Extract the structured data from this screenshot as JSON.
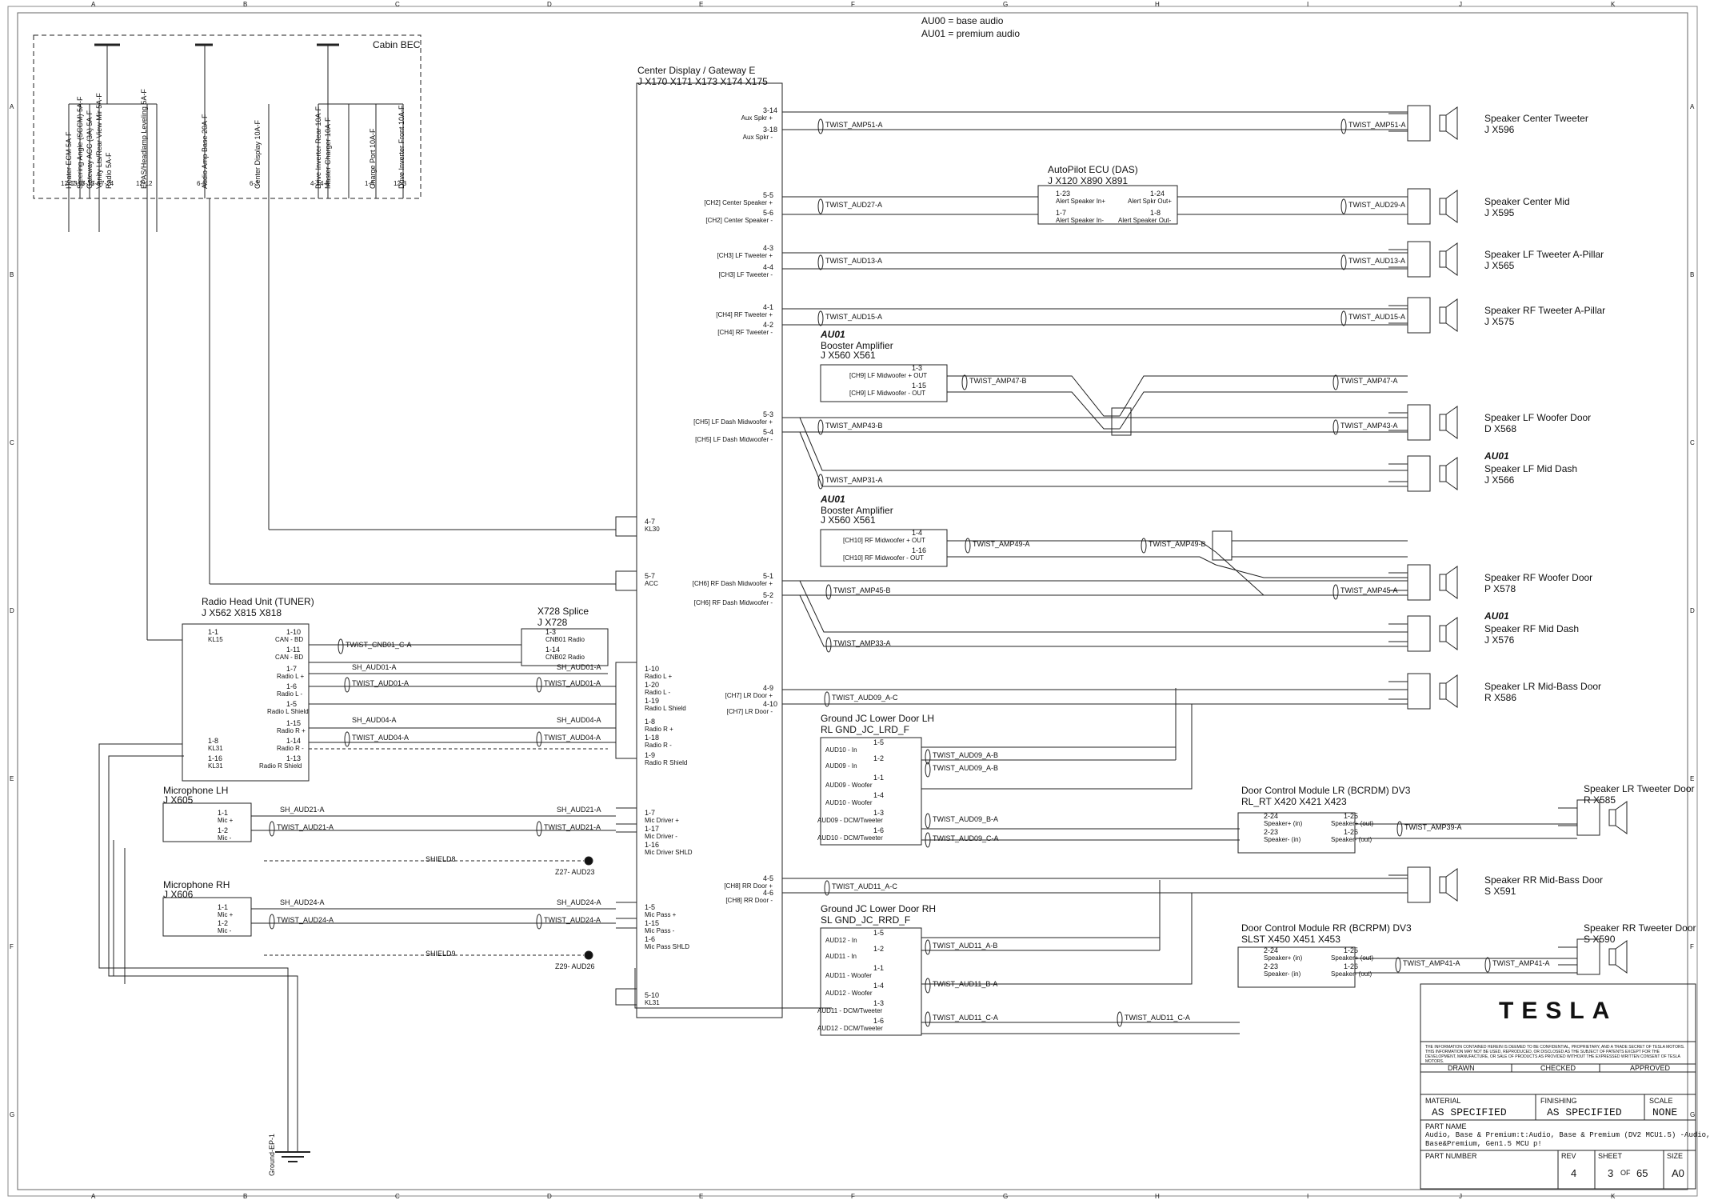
{
  "legend": {
    "au00": "AU00 = base audio",
    "au01": "AU01 = premium audio"
  },
  "cabin_bec": {
    "title": "Cabin BEC",
    "fuse_labels": [
      "Heater ECM 5A-F",
      "Steering Angle (SCCM) 5A-F",
      "Gateway ACC (3A) 5A-F",
      "Vanity Lts/Rear View Mir 5A-F",
      "Radio 5A-F",
      "EPAS/Headlamp Leveling 5A-F",
      "Audio Amp Base 20A-F",
      "Center Display 10A-F",
      "Drive Inverter Rear 10A-F",
      "Master Charger 10A-F",
      "Charge Port 10A-F",
      "Drive Inverter Front 10A-F"
    ],
    "pins": [
      "12-13",
      "7-16",
      "7-15",
      "7-6",
      "7-24",
      "12-12",
      "6-6",
      "6-3",
      "4-2",
      "4-5",
      "1-4",
      "12-3"
    ]
  },
  "center_display": {
    "title": "Center Display / Gateway E",
    "connectors": "J       X170   X171   X173   X174   X175",
    "pins": [
      {
        "pin": "3-14",
        "name": "Aux Spkr +"
      },
      {
        "pin": "3-18",
        "name": "Aux Spkr -"
      },
      {
        "pin": "5-5",
        "name": "[CH2] Center Speaker +"
      },
      {
        "pin": "5-6",
        "name": "[CH2] Center Speaker -"
      },
      {
        "pin": "4-3",
        "name": "[CH3] LF Tweeter +"
      },
      {
        "pin": "4-4",
        "name": "[CH3] LF Tweeter -"
      },
      {
        "pin": "4-1",
        "name": "[CH4] RF Tweeter +"
      },
      {
        "pin": "4-2",
        "name": "[CH4] RF Tweeter -"
      },
      {
        "pin": "5-3",
        "name": "[CH5] LF Dash Midwoofer +"
      },
      {
        "pin": "5-4",
        "name": "[CH5] LF Dash Midwoofer -"
      },
      {
        "pin": "4-7",
        "name": "KL30"
      },
      {
        "pin": "5-7",
        "name": "ACC"
      },
      {
        "pin": "5-1",
        "name": "[CH6] RF Dash Midwoofer +"
      },
      {
        "pin": "5-2",
        "name": "[CH6] RF Dash Midwoofer -"
      },
      {
        "pin": "1-10",
        "name": "Radio L +"
      },
      {
        "pin": "1-20",
        "name": "Radio L -"
      },
      {
        "pin": "1-19",
        "name": "Radio L Shield"
      },
      {
        "pin": "1-8",
        "name": "Radio R +"
      },
      {
        "pin": "1-18",
        "name": "Radio R -"
      },
      {
        "pin": "1-9",
        "name": "Radio R Shield"
      },
      {
        "pin": "4-9",
        "name": "[CH7] LR Door +"
      },
      {
        "pin": "4-10",
        "name": "[CH7] LR Door -"
      },
      {
        "pin": "1-7",
        "name": "Mic Driver +"
      },
      {
        "pin": "1-17",
        "name": "Mic Driver -"
      },
      {
        "pin": "1-16",
        "name": "Mic Driver SHLD"
      },
      {
        "pin": "4-5",
        "name": "[CH8] RR Door +"
      },
      {
        "pin": "4-6",
        "name": "[CH8] RR Door -"
      },
      {
        "pin": "1-5",
        "name": "Mic Pass +"
      },
      {
        "pin": "1-15",
        "name": "Mic Pass -"
      },
      {
        "pin": "1-6",
        "name": "Mic Pass SHLD"
      },
      {
        "pin": "5-10",
        "name": "KL31"
      }
    ]
  },
  "autopilot": {
    "title": "AutoPilot ECU (DAS)",
    "connectors": "J        X120    X890    X891",
    "pins": [
      {
        "pin": "1-23",
        "name": "Alert Speaker In+"
      },
      {
        "pin": "1-24",
        "name": "Alert Spkr Out+"
      },
      {
        "pin": "1-7",
        "name": "Alert Speaker In-"
      },
      {
        "pin": "1-8",
        "name": "Alert Speaker Out-"
      }
    ]
  },
  "booster_1": {
    "tag": "AU01",
    "title": "Booster Amplifier",
    "connectors": "J       X560    X561",
    "pins": [
      {
        "pin": "1-3",
        "name": "[CH9] LF Midwoofer + OUT"
      },
      {
        "pin": "1-15",
        "name": "[CH9] LF Midwoofer - OUT"
      }
    ]
  },
  "booster_2": {
    "tag": "AU01",
    "title": "Booster Amplifier",
    "connectors": "J       X560    X561",
    "pins": [
      {
        "pin": "1-4",
        "name": "[CH10] RF Midwoofer + OUT"
      },
      {
        "pin": "1-16",
        "name": "[CH10] RF Midwoofer - OUT"
      }
    ]
  },
  "radio": {
    "title": "Radio Head Unit (TUNER)",
    "connectors": "J      X562    X815    X818",
    "pins": [
      {
        "pin": "1-1",
        "name": "KL15"
      },
      {
        "pin": "1-10",
        "name": "CAN - BD"
      },
      {
        "pin": "1-11",
        "name": "CAN - BD"
      },
      {
        "pin": "1-7",
        "name": "Radio L +"
      },
      {
        "pin": "1-6",
        "name": "Radio L -"
      },
      {
        "pin": "1-5",
        "name": "Radio L Shield"
      },
      {
        "pin": "1-15",
        "name": "Radio R +"
      },
      {
        "pin": "1-14",
        "name": "Radio R -"
      },
      {
        "pin": "1-13",
        "name": "Radio R Shield"
      },
      {
        "pin": "1-8",
        "name": "KL31"
      },
      {
        "pin": "1-16",
        "name": "KL31"
      }
    ]
  },
  "splice": {
    "title": "X728 Splice",
    "connectors": "J          X728",
    "pins": [
      {
        "pin": "1-3",
        "name": "CNB01 Radio"
      },
      {
        "pin": "1-14",
        "name": "CNB02 Radio"
      }
    ]
  },
  "mic_lh": {
    "title": "Microphone LH",
    "connectors": "J      X605",
    "pins": [
      {
        "pin": "1-1",
        "name": "Mic +"
      },
      {
        "pin": "1-2",
        "name": "Mic -"
      }
    ]
  },
  "mic_rh": {
    "title": "Microphone RH",
    "connectors": "J      X606",
    "pins": [
      {
        "pin": "1-1",
        "name": "Mic +"
      },
      {
        "pin": "1-2",
        "name": "Mic -"
      }
    ]
  },
  "gnd_lh": {
    "title": "Ground JC Lower Door LH",
    "connectors": "RL       GND_JC_LRD_F",
    "pins": [
      {
        "pin": "1-5",
        "name": "AUD10 - In"
      },
      {
        "pin": "1-2",
        "name": "AUD09 - In"
      },
      {
        "pin": "1-1",
        "name": "AUD09 - Woofer"
      },
      {
        "pin": "1-4",
        "name": "AUD10 - Woofer"
      },
      {
        "pin": "1-3",
        "name": "AUD09 - DCM/Tweeter"
      },
      {
        "pin": "1-6",
        "name": "AUD10 - DCM/Tweeter"
      }
    ]
  },
  "gnd_rh": {
    "title": "Ground JC Lower Door RH",
    "connectors": "SL       GND_JC_RRD_F",
    "pins": [
      {
        "pin": "1-5",
        "name": "AUD12 - In"
      },
      {
        "pin": "1-2",
        "name": "AUD11 - In"
      },
      {
        "pin": "1-1",
        "name": "AUD11 - Woofer"
      },
      {
        "pin": "1-4",
        "name": "AUD12 - Woofer"
      },
      {
        "pin": "1-3",
        "name": "AUD11 - DCM/Tweeter"
      },
      {
        "pin": "1-6",
        "name": "AUD12 - DCM/Tweeter"
      }
    ]
  },
  "dcm_lr": {
    "title": "Door Control Module LR (BCRDM) DV3",
    "connectors": "RL_RT    X420   X421  X423",
    "pins": [
      {
        "pin": "2-24",
        "name": "Speaker+ (in)"
      },
      {
        "pin": "1-25",
        "name": "Speaker+ (out)"
      },
      {
        "pin": "2-23",
        "name": "Speaker- (in)"
      },
      {
        "pin": "1-26",
        "name": "Speaker- (out)"
      }
    ]
  },
  "dcm_rr": {
    "title": "Door Control Module RR (BCRPM) DV3",
    "connectors": "SLST     X450   X451  X453",
    "pins": [
      {
        "pin": "2-24",
        "name": "Speaker+ (in)"
      },
      {
        "pin": "1-25",
        "name": "Speaker+ (out)"
      },
      {
        "pin": "2-23",
        "name": "Speaker- (in)"
      },
      {
        "pin": "1-26",
        "name": "Speaker- (out)"
      }
    ]
  },
  "speakers": [
    {
      "tag": "",
      "name": "Speaker Center Tweeter",
      "conn": "J          X596"
    },
    {
      "tag": "",
      "name": "Speaker Center Mid",
      "conn": "J          X595"
    },
    {
      "tag": "",
      "name": "Speaker LF Tweeter A-Pillar",
      "conn": "J          X565"
    },
    {
      "tag": "",
      "name": "Speaker RF Tweeter A-Pillar",
      "conn": "J          X575"
    },
    {
      "tag": "",
      "name": "Speaker LF Woofer Door",
      "conn": "D          X568"
    },
    {
      "tag": "AU01",
      "name": "Speaker LF Mid Dash",
      "conn": "J          X566"
    },
    {
      "tag": "",
      "name": "Speaker RF Woofer Door",
      "conn": "P          X578"
    },
    {
      "tag": "AU01",
      "name": "Speaker RF Mid Dash",
      "conn": "J          X576"
    },
    {
      "tag": "",
      "name": "Speaker LR Mid-Bass Door",
      "conn": "R          X586"
    },
    {
      "tag": "",
      "name": "Speaker LR Tweeter Door",
      "conn": "R          X585"
    },
    {
      "tag": "",
      "name": "Speaker RR Mid-Bass Door",
      "conn": "S          X591"
    },
    {
      "tag": "",
      "name": "Speaker RR Tweeter Door",
      "conn": "S          X590"
    }
  ],
  "twists": [
    "TWIST_AMP51-A",
    "TWIST_AMP51-A",
    "TWIST_AUD27-A",
    "TWIST_AUD29-A",
    "TWIST_AUD13-A",
    "TWIST_AUD13-A",
    "TWIST_AUD15-A",
    "TWIST_AUD15-A",
    "TWIST_AMP47-B",
    "TWIST_AMP47-A",
    "TWIST_AMP43-B",
    "TWIST_AMP43-A",
    "TWIST_AMP31-A",
    "TWIST_AMP49-A",
    "TWIST_AMP49-B",
    "TWIST_AMP45-B",
    "TWIST_AMP45-A",
    "TWIST_AMP33-A",
    "TWIST_CNB01_C-A",
    "TWIST_AUD01-A",
    "TWIST_AUD01-A",
    "TWIST_AUD04-A",
    "TWIST_AUD04-A",
    "TWIST_AUD09_A-C",
    "TWIST_AUD09_A-B",
    "TWIST_AUD09_A-B",
    "TWIST_AUD09_B-A",
    "TWIST_AUD09_C-A",
    "TWIST_AMP39-A",
    "TWIST_AUD21-A",
    "TWIST_AUD21-A",
    "TWIST_AUD24-A",
    "TWIST_AUD24-A",
    "TWIST_AUD11_A-C",
    "TWIST_AUD11_A-B",
    "TWIST_AUD11_B-A",
    "TWIST_AUD11_C-A",
    "TWIST_AUD11_C-A",
    "TWIST_AMP41-A",
    "TWIST_AMP41-A"
  ],
  "shields": [
    {
      "name": "SH_AUD01-A"
    },
    {
      "name": "SH_AUD04-A"
    },
    {
      "name": "SH_AUD21-A"
    },
    {
      "name": "SH_AUD24-A"
    }
  ],
  "shield_labels": [
    "SHIELD8",
    "SHIELD9"
  ],
  "splices": [
    "Z27- AUD23",
    "Z29- AUD26"
  ],
  "ground": "Ground-EP-1",
  "title_block": {
    "logo": "TESLA",
    "notice": "THE INFORMATION CONTAINED HEREIN IS DEEMED TO BE CONFIDENTIAL, PROPRIETARY, AND A TRADE SECRET OF TESLA MOTORS. THIS INFORMATION MAY NOT BE USED, REPRODUCED, OR DISCLOSED AS THE SUBJECT OF PATENTS EXCEPT FOR THE DEVELOPMENT, MANUFACTURE, OR SALE OF PRODUCTS AS PROVIDED WITHOUT THE EXPRESSED WRITTEN CONSENT OF TESLA MOTORS.",
    "drawn": "DRAWN",
    "checked": "CHECKED",
    "approved": "APPROVED",
    "material_label": "MATERIAL",
    "material": "AS SPECIFIED",
    "finishing_label": "FINISHING",
    "finishing": "AS SPECIFIED",
    "scale_label": "SCALE",
    "scale": "NONE",
    "part_name_label": "PART NAME",
    "part_name_1": "Audio, Base & Premium:t:Audio, Base & Premium (DV2 MCU1.5) -Audio,",
    "part_name_2": "Base&Premium, Gen1.5 MCU p!",
    "part_number_label": "PART NUMBER",
    "rev_label": "REV",
    "rev": "4",
    "sheet_label": "SHEET",
    "sheet": "3",
    "of": "OF",
    "sheets": "65",
    "size_label": "SIZE",
    "size": "A0"
  },
  "grid": {
    "cols": [
      "A",
      "B",
      "C",
      "D",
      "E",
      "F",
      "G",
      "H",
      "I",
      "J",
      "K"
    ],
    "rows": [
      "A",
      "B",
      "C",
      "D",
      "E",
      "F",
      "G"
    ]
  }
}
